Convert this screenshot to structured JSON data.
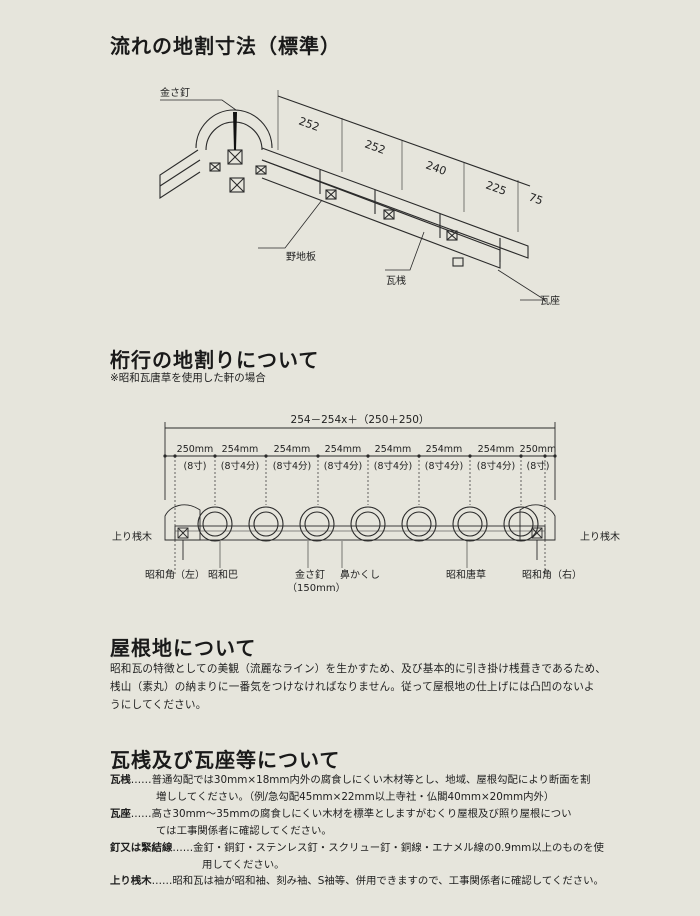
{
  "section1": {
    "title": "流れの地割寸法（標準）",
    "labels": {
      "nail": "金さ釘",
      "board": "野地板",
      "batten": "瓦桟",
      "seat": "瓦座"
    },
    "dims": [
      "252",
      "252",
      "240",
      "225",
      "75"
    ]
  },
  "section2": {
    "title": "桁行の地割りについて",
    "subtitle": "※昭和瓦唐草を使用した軒の場合",
    "formula": "254－254x＋（250＋250）",
    "dims": [
      {
        "mm": "250mm",
        "sun": "(8寸)"
      },
      {
        "mm": "254mm",
        "sun": "(8寸4分)"
      },
      {
        "mm": "254mm",
        "sun": "(8寸4分)"
      },
      {
        "mm": "254mm",
        "sun": "(8寸4分)"
      },
      {
        "mm": "254mm",
        "sun": "(8寸4分)"
      },
      {
        "mm": "254mm",
        "sun": "(8寸4分)"
      },
      {
        "mm": "254mm",
        "sun": "(8寸4分)"
      },
      {
        "mm": "250mm",
        "sun": "(8寸)"
      }
    ],
    "left_label": "上り桟木",
    "right_label": "上り桟木",
    "bottom": {
      "corner_left": "昭和角（左）",
      "tomoe": "昭和巴",
      "nail": "金さ釘",
      "nail_size": "（150mm）",
      "hana": "鼻かくし",
      "karakusa": "昭和唐草",
      "corner_right": "昭和角（右）"
    }
  },
  "section3": {
    "title": "屋根地について",
    "lines": [
      "昭和瓦の特徴としての美観（流麗なライン）を生かすため、及び基本的に引き掛け桟葺きであるため、",
      "桟山（素丸）の納まりに一番気をつけなければなりません。従って屋根地の仕上げには凸凹のないよ",
      "うにしてください。"
    ]
  },
  "section4": {
    "title": "瓦桟及び瓦座等について",
    "items": [
      {
        "term": "瓦桟",
        "lead": "……普通勾配では30mm×18mm内外の腐食しにくい木材等とし、地域、屋根勾配により断面を割",
        "cont": "増ししてください。（例/急勾配45mm×22mm以上寺社・仏閣40mm×20mm内外）"
      },
      {
        "term": "瓦座",
        "lead": "……高さ30mm～35mmの腐食しにくい木材を標準としますがむくり屋根及び照り屋根につい",
        "cont": "ては工事関係者に確認してください。"
      },
      {
        "term": "釘又は緊結線",
        "lead": "……金釘・銅釘・ステンレス釘・スクリュー釘・銅線・エナメル線の0.9mm以上のものを使",
        "cont": "用してください。"
      },
      {
        "term": "上り桟木",
        "lead": "……昭和瓦は袖が昭和袖、刻み袖、S袖等、併用できますので、工事関係者に確認してください。",
        "cont": ""
      }
    ]
  }
}
